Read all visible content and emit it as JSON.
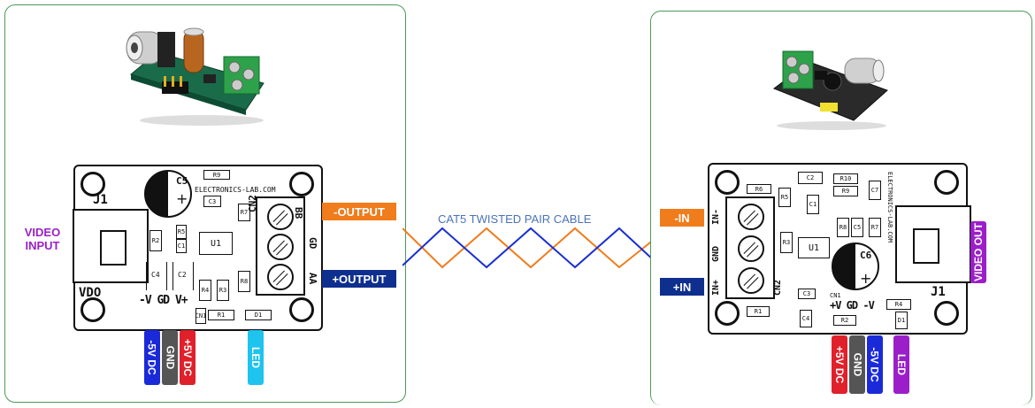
{
  "cable": {
    "label": "CAT5 TWISTED PAIR CABLE",
    "color_a": "#f07c1c",
    "color_b": "#1a2fd0",
    "label_color": "#4a73b8"
  },
  "transmitter": {
    "input_label_1": "VIDEO",
    "input_label_2": "INPUT",
    "silk": {
      "brand": "ELECTRONICS-LAB.COM",
      "j1": "J1",
      "vdo": "VDO",
      "c5": "C5",
      "cn2": "CN2",
      "r9": "R9",
      "c3": "C3",
      "r7": "R7",
      "r2": "R2",
      "r5": "R5",
      "c1": "C1",
      "u1": "U1",
      "c4": "C4",
      "c2": "C2",
      "r4": "R4",
      "r3": "R3",
      "r8": "R8",
      "r1": "R1",
      "d1": "D1",
      "cn1": "CN1",
      "pins": "-V GD V+",
      "bb": "BB",
      "gd": "GD",
      "aa": "AA"
    },
    "tags": {
      "out_neg": "-OUTPUT",
      "out_pos": "+OUTPUT",
      "neg5v": "-5V DC",
      "gnd": "GND",
      "pos5v": "+5V DC",
      "led": "LED"
    }
  },
  "receiver": {
    "output_label": "VIDEO OUT",
    "silk": {
      "brand": "ELECTRONICS-LAB.COM",
      "c6": "C6",
      "j1": "J1",
      "cn2": "CN2",
      "cn1": "CN1",
      "in_neg": "IN-",
      "gnd": "GND",
      "in_pos": "IN+",
      "pins": "+V GD -V",
      "u1": "U1",
      "r6": "R6",
      "r5": "R5",
      "c2": "C2",
      "r10": "R10",
      "r9": "R9",
      "c7": "C7",
      "c1": "C1",
      "r8": "R8",
      "c5": "C5",
      "r7": "R7",
      "r3": "R3",
      "c3": "C3",
      "r4": "R4",
      "r1": "R1",
      "c4": "C4",
      "r2": "R2",
      "d1": "D1"
    },
    "tags": {
      "in_neg": "-IN",
      "in_pos": "+IN",
      "pos5v": "+5V DC",
      "gnd": "GND",
      "neg5v": "-5V DC",
      "led": "LED"
    }
  },
  "colors": {
    "orange": "#f07c1c",
    "navy": "#0f2f8f",
    "red": "#e0202a",
    "gray": "#555555",
    "blue": "#1b2ad8",
    "cyan": "#1ec3ee",
    "purple": "#9b1fc9",
    "frame": "#4a9a5a"
  }
}
